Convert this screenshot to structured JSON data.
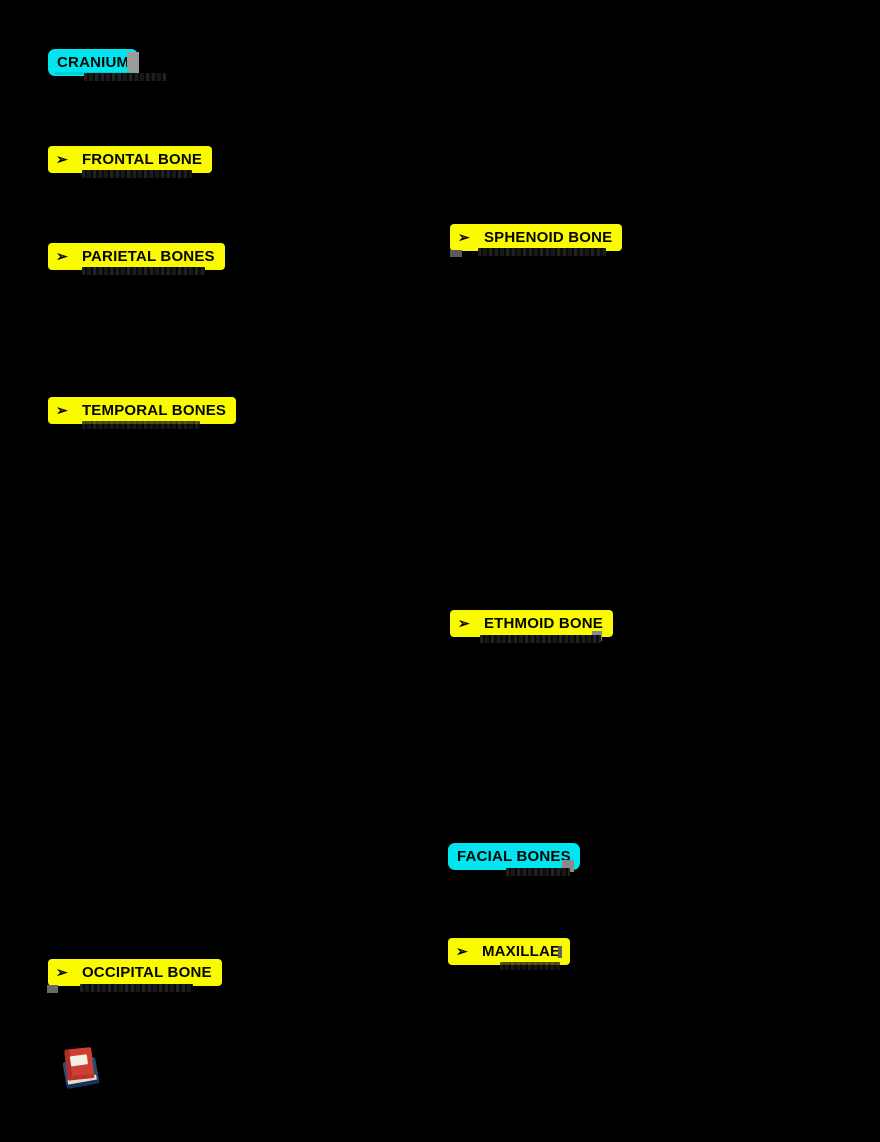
{
  "document": {
    "background_color": "#000000",
    "highlight_cyan": "#00e6ee",
    "highlight_yellow": "#fbfb00",
    "arrow_glyph": "➢",
    "headings": {
      "cranium": {
        "label": "CRANIUM",
        "style": "cyan"
      },
      "frontal": {
        "label": "FRONTAL BONE",
        "style": "yellow"
      },
      "parietal": {
        "label": "PARIETAL BONES",
        "style": "yellow"
      },
      "temporal": {
        "label": "TEMPORAL BONES",
        "style": "yellow"
      },
      "sphenoid": {
        "label": "SPHENOID BONE",
        "style": "yellow"
      },
      "ethmoid": {
        "label": "ETHMOID BONE",
        "style": "yellow"
      },
      "facial": {
        "label": "FACIAL BONES",
        "style": "cyan"
      },
      "maxillae": {
        "label": "MAXILLAE",
        "style": "yellow"
      },
      "occipital": {
        "label": "OCCIPITAL BONE",
        "style": "yellow"
      }
    },
    "icons": {
      "books": "books-icon"
    },
    "book_icon_colors": {
      "red_cover": "#cd3f33",
      "red_spine": "#a93128",
      "label": "#f4efe4",
      "pages": "#e9dcc3",
      "blue_cover": "#274a7a"
    }
  }
}
